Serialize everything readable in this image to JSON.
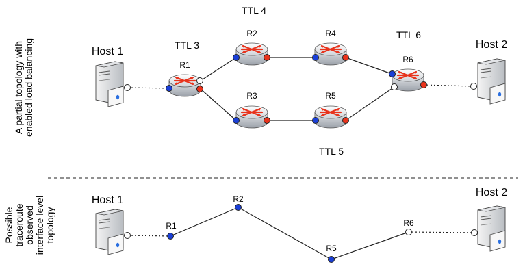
{
  "top": {
    "side_caption": [
      "A partial topology with",
      "enabled load balancing"
    ],
    "host1": "Host 1",
    "host2": "Host 2",
    "ttl3": "TTL 3",
    "ttl4": "TTL 4",
    "ttl5": "TTL 5",
    "ttl6": "TTL 6",
    "routers": [
      "R1",
      "R2",
      "R3",
      "R4",
      "R5",
      "R6"
    ]
  },
  "bottom": {
    "side_caption": [
      "Possible",
      "traceroute",
      "observed",
      "interface level",
      "topology"
    ],
    "host1": "Host 1",
    "host2": "Host 2",
    "nodes": [
      "R1",
      "R2",
      "R5",
      "R6"
    ]
  },
  "colors": {
    "ingress_interface": "#1a3fd6",
    "egress_interface": "#e8331c",
    "unused_interface": "#ffffff",
    "router_arrows": "#e8331c"
  }
}
